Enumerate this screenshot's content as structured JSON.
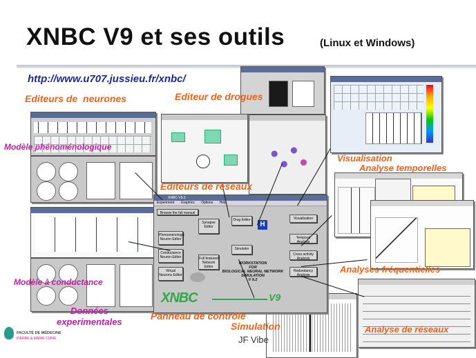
{
  "header": {
    "title": "XNBC V9 et ses outils",
    "subtitle": "(Linux et Windows)",
    "url": "http://www.u707.jussieu.fr/xnbc/"
  },
  "labels": {
    "editeurs_neurones": "Editeurs de  neurones",
    "editeur_drogues": "Editeur de drogues",
    "modele_pheno": "Modèle phénoménologique",
    "editeurs_reseaux": "Editeurs de réseaux",
    "visualisation": "Visualisation",
    "analyse_temporelles": "Analyse temporelles",
    "modele_conductance": "Modèle à conductance",
    "analyses_frequentielles": "Analyses fréquentielles",
    "donnees": "Données",
    "experimentales": "experimentales",
    "panneau": "Panneau de contrôle",
    "simulation": "Simulation",
    "analyse_reseaux": "Analyse de réseaux",
    "author": "JF Vibe"
  },
  "logo": {
    "line1": "FACULTÉ DE MÉDECINE",
    "line2": "PIERRE & MARIE CURIE"
  },
  "control_panel": {
    "title": "XNBC V9.2",
    "menu": [
      "Experiment",
      "Graphics",
      "Options",
      "Help"
    ],
    "browse_button": "Browse the full manual",
    "buttons": {
      "phenomenologic": "Phenomenologic Neuron Editor",
      "conductance": "Conductance Neuron Editor",
      "virtual": "Virtual Neurons Editor",
      "synapse": "Synapse Editor",
      "full_featured": "Full featured Network Editor",
      "drug": "Drug Editor",
      "simulator": "Simulator",
      "visualisation": "Visualisation",
      "temporal": "Temporal Analysis",
      "cross_activity": "Cross activity Analysis",
      "redundancy": "Redundancy Analysis"
    },
    "workstation_text": [
      "WORKSTATION",
      "FOR",
      "BIOLOGICAL NEURAL NETWORK",
      "SIMULATION",
      "V 9.2"
    ],
    "logo_text": "XNBC",
    "version_text": "V9"
  },
  "colors": {
    "orange": "#e8641c",
    "magenta": "#c41aa8",
    "url_blue": "#1c2a8c",
    "xnbc_green": "#2ea84a"
  }
}
